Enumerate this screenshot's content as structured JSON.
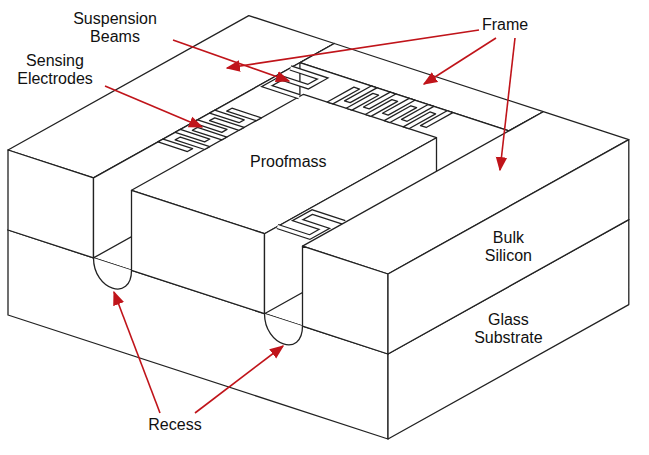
{
  "diagram": {
    "labels": [
      "Suspension Beams",
      "Frame",
      "Sensing Electrodes",
      "Proofmass",
      "Bulk Silicon",
      "Glass Substrate",
      "Recess"
    ]
  }
}
